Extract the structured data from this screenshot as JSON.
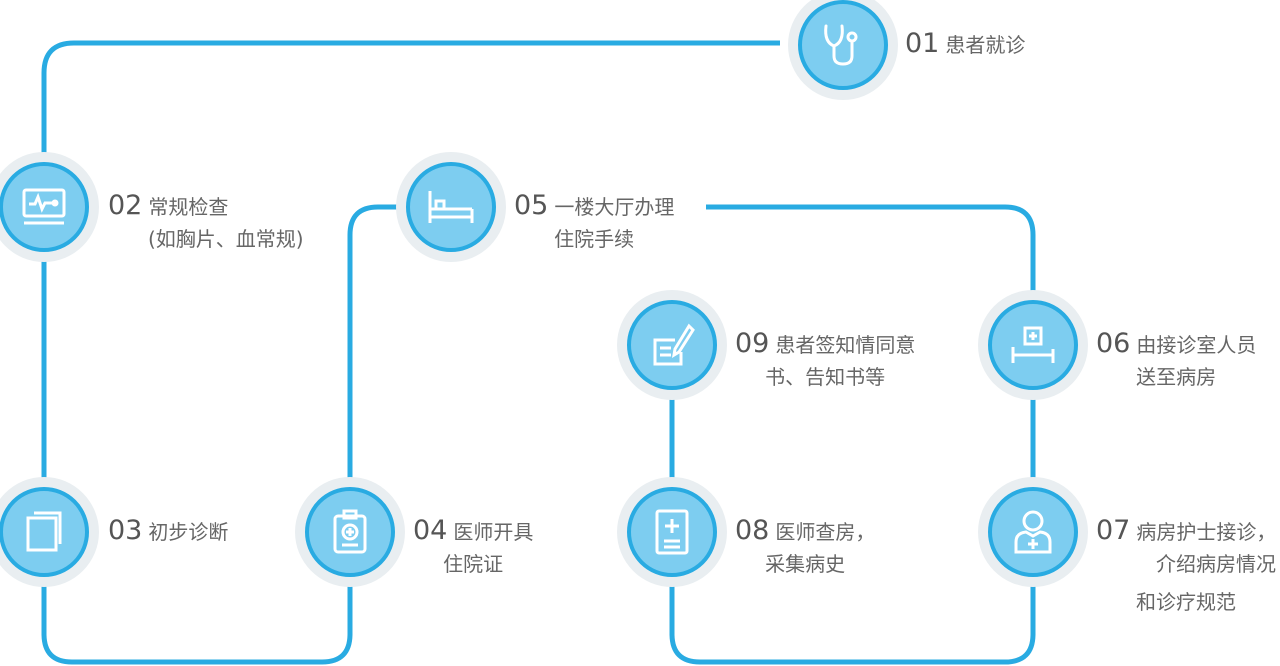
{
  "colors": {
    "line": "#29abe2",
    "fill": "#7dcdf0",
    "halo": "#e9eef1",
    "text": "#666666"
  },
  "steps": [
    {
      "num": "01",
      "line1": "患者就诊",
      "line2": "",
      "icon": "stethoscope-icon"
    },
    {
      "num": "02",
      "line1": "常规检查",
      "line2": "(如胸片、血常规)",
      "icon": "monitor-icon"
    },
    {
      "num": "03",
      "line1": "初步诊断",
      "line2": "",
      "icon": "book-icon"
    },
    {
      "num": "04",
      "line1": "医师开具",
      "line2": "住院证",
      "icon": "clipboard-icon"
    },
    {
      "num": "05",
      "line1": "一楼大厅办理",
      "line2": "住院手续",
      "icon": "bed-icon"
    },
    {
      "num": "06",
      "line1": "由接诊室人员",
      "line2": "送至病房",
      "icon": "hospital-bed-icon"
    },
    {
      "num": "07",
      "line1": "病房护士接诊，",
      "line2": "介绍病房情况",
      "line3": "和诊疗规范",
      "icon": "nurse-icon"
    },
    {
      "num": "08",
      "line1": "医师查房，",
      "line2": "采集病史",
      "icon": "medical-record-icon"
    },
    {
      "num": "09",
      "line1": "患者签知情同意",
      "line2": "书、告知书等",
      "icon": "sign-document-icon"
    }
  ]
}
